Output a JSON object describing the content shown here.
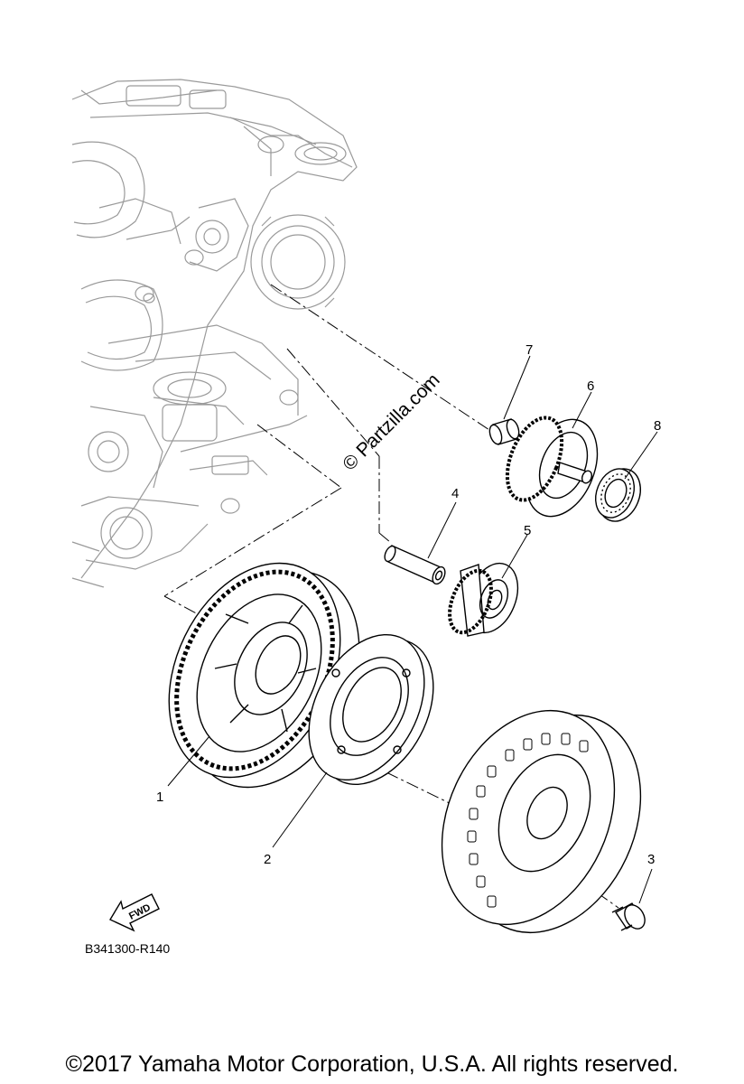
{
  "watermark": "© Partzilla.com",
  "fwd_label": "FWD",
  "ref_code": "B341300-R140",
  "copyright": "©2017 Yamaha Motor Corporation, U.S.A. All rights reserved.",
  "callouts": [
    "1",
    "2",
    "3",
    "4",
    "5",
    "6",
    "7",
    "8"
  ]
}
